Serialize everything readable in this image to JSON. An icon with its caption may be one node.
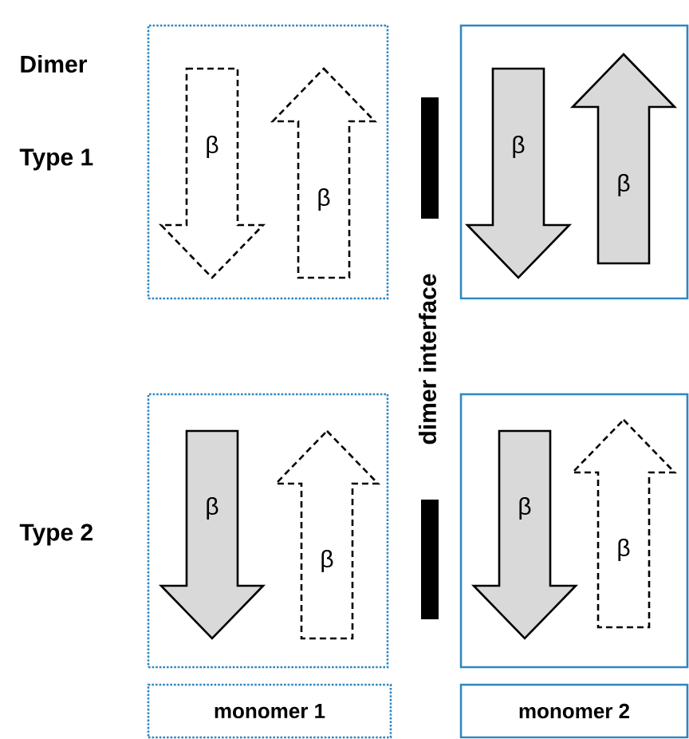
{
  "diagram": {
    "nodes": [
      {
        "text": [],
        "shape": "box"
      },
      {
        "text": [
          "β"
        ],
        "in": 0
      },
      {
        "text": [
          "β"
        ],
        "in": 0
      },
      {
        "text": [],
        "shape": "box"
      },
      {
        "text": [
          "β"
        ],
        "in": 3
      },
      {
        "text": [
          "β"
        ],
        "in": 3
      },
      {
        "text": [],
        "shape": "box"
      },
      {
        "text": [
          "β"
        ],
        "in": 6
      },
      {
        "text": [
          "β"
        ],
        "in": 6
      },
      {
        "text": [],
        "shape": "box"
      },
      {
        "text": [
          "β"
        ],
        "in": 9
      },
      {
        "text": [
          "β"
        ],
        "in": 9
      },
      {
        "text": [
          "monomer 1"
        ]
      },
      {
        "text": [
          "monomer 2"
        ]
      }
    ],
    "labels": [
      "Dimer",
      "Type 1",
      "dimer interface",
      "Type 2"
    ]
  }
}
